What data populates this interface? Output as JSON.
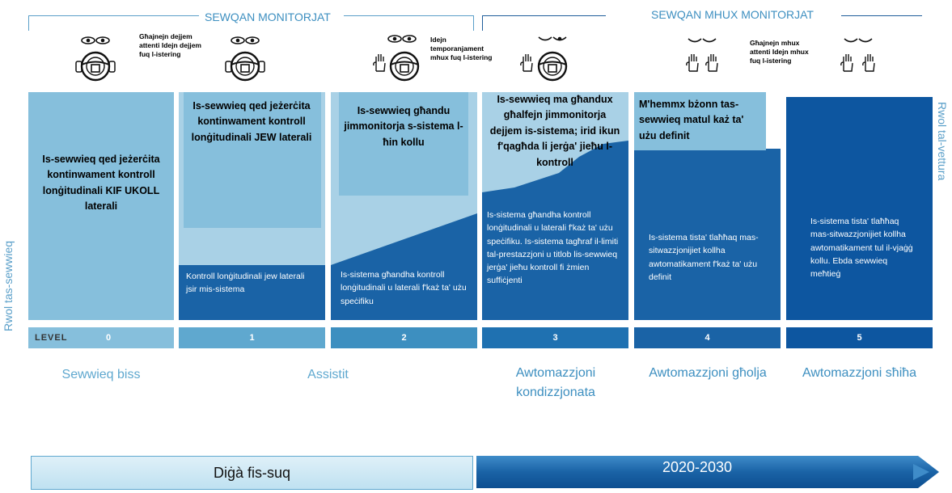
{
  "brackets": {
    "monitored": "SEWQAN MONITORJAT",
    "unmonitored": "SEWQAN MHUX MONITORJAT"
  },
  "notes": {
    "eyes_on_hands_on": "Għajnejn dejjem attenti Idejn dejjem fuq l-istering",
    "eyes_on_hands_temp": "Idejn temporanjament mhux fuq l-istering",
    "eyes_off_hands_off": "Għajnejn mhux attenti Idejn mhux fuq l-istering"
  },
  "side_labels": {
    "left": "Rwol tas-sewwieq",
    "right": "Rwol tal-vettura"
  },
  "levels": [
    {
      "level": "0",
      "label_prefix": "LEVEL",
      "driver": "Is-sewwieq qed jeżerċita kontinwament kontroll lonġitudinali KIF UKOLL laterali",
      "system": ""
    },
    {
      "level": "1",
      "driver": "Is-sewwieq qed jeżerċita kontinwament kontroll lonġitudinali JEW laterali",
      "system": "Kontroll lonġitudinali jew laterali jsir mis-sistema"
    },
    {
      "level": "2",
      "driver": "Is-sewwieq għandu jimmonitorja s-sistema l-ħin kollu",
      "system": "Is-sistema għandha kontroll lonġitudinali u laterali f'każ ta' użu speċifiku"
    },
    {
      "level": "3",
      "driver": "Is-sewwieq ma għandux għalfejn jimmonitorja dejjem is-sistema; irid ikun f'qagħda li jerġa' jieħu l-kontroll",
      "system": "Is-sistema għandha kontroll lonġitudinali u laterali f'każ ta' użu speċifiku. Is-sistema tagħraf il-limiti tal-prestazzjoni u titlob lis-sewwieq jerġa' jieħu kontroll fi żmien suffiċjenti"
    },
    {
      "level": "4",
      "driver": "M'hemmx bżonn tas-sewwieq matul każ ta' użu definit",
      "system": "Is-sistema tista' tlaħħaq mas-sitwazzjonijiet kollha awtomatikament f'każ ta' użu definit"
    },
    {
      "level": "5",
      "driver": "",
      "system": "Is-sistema tista' tlaħħaq mas-sitwazzjonijiet kollha awtomatikament tul il-vjaġġ kollu. Ebda sewwieq meħtieġ"
    }
  ],
  "categories": {
    "c0": "Sewwieq biss",
    "c12": "Assistit",
    "c3": "Awtomazzjoni kondizzjonata",
    "c4": "Awtomazzjoni għolja",
    "c5": "Awtomazzjoni sħiħa"
  },
  "timeline": {
    "now": "Diġà fis-suq",
    "future": "2020-2030"
  },
  "colors": {
    "light": "#9ccbdf",
    "mid": "#6fb1d2",
    "dark": "#1a63a6",
    "darker": "#0d56a0",
    "label_blue": "#3d8fc0"
  }
}
